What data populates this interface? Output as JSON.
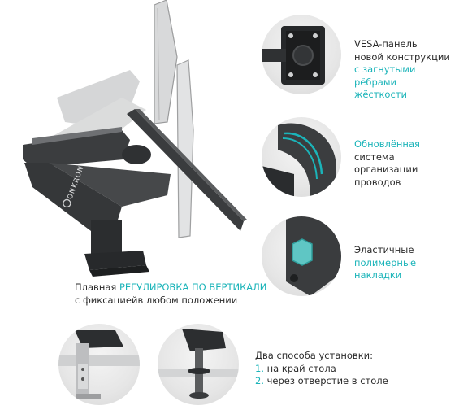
{
  "brand": {
    "logo_text": "ONKRON"
  },
  "features": {
    "vesa": {
      "line1": "VESA-панель",
      "line2": "новой конструкции",
      "line3": "с загнутыми",
      "line4": "рёбрами жёсткости"
    },
    "cables": {
      "line1": "Обновлённая",
      "line2": "система",
      "line3": "организации",
      "line4": "проводов"
    },
    "pads": {
      "line1": "Эластичные",
      "line2": "полимерные",
      "line3": "накладки"
    }
  },
  "adjust": {
    "prefix": "Плавная ",
    "highlight": "РЕГУЛИРОВКА ПО ВЕРТИКАЛИ",
    "line2": "с фиксациейв любом положении"
  },
  "install": {
    "title": "Два способа установки:",
    "item1_num": "1.",
    "item1_text": " на край стола",
    "item2_num": "2.",
    "item2_text": " через отверстие в столе"
  },
  "colors": {
    "accent": "#1bb4b9",
    "text": "#2b2b2b",
    "metal": "#2f3133"
  }
}
